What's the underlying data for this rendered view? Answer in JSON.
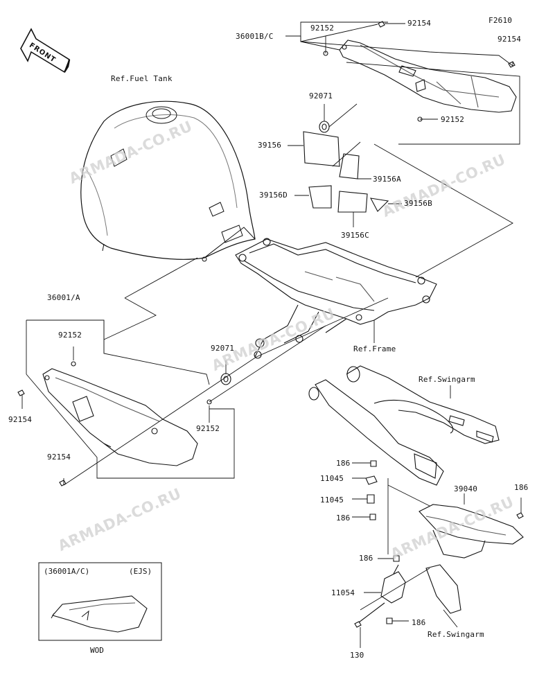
{
  "figure_code": "F2610",
  "front_label": "FRONT",
  "watermark": "ARMADA-CO.RU",
  "refs": {
    "fuel_tank": "Ref.Fuel Tank",
    "frame": "Ref.Frame",
    "swingarm_top": "Ref.Swingarm",
    "swingarm_bottom": "Ref.Swingarm"
  },
  "parts": {
    "p36001bc": "36001B/C",
    "p92152_a": "92152",
    "p92154_a": "92154",
    "p92154_b": "92154",
    "p92071_a": "92071",
    "p92152_b": "92152",
    "p39156": "39156",
    "p39156a": "39156A",
    "p39156d": "39156D",
    "p39156b": "39156B",
    "p39156c": "39156C",
    "p36001a": "36001/A",
    "p92152_c": "92152",
    "p92154_c": "92154",
    "p92071_b": "92071",
    "p92152_d": "92152",
    "p92154_d": "92154",
    "p186_a": "186",
    "p11045_a": "11045",
    "p11045_b": "11045",
    "p186_b": "186",
    "p39040": "39040",
    "p186_c": "186",
    "p186_d": "186",
    "p11054": "11054",
    "p186_e": "186",
    "p130": "130"
  },
  "inset": {
    "left_label": "(36001A/C)",
    "right_label": "(EJS)",
    "caption": "WOD"
  }
}
